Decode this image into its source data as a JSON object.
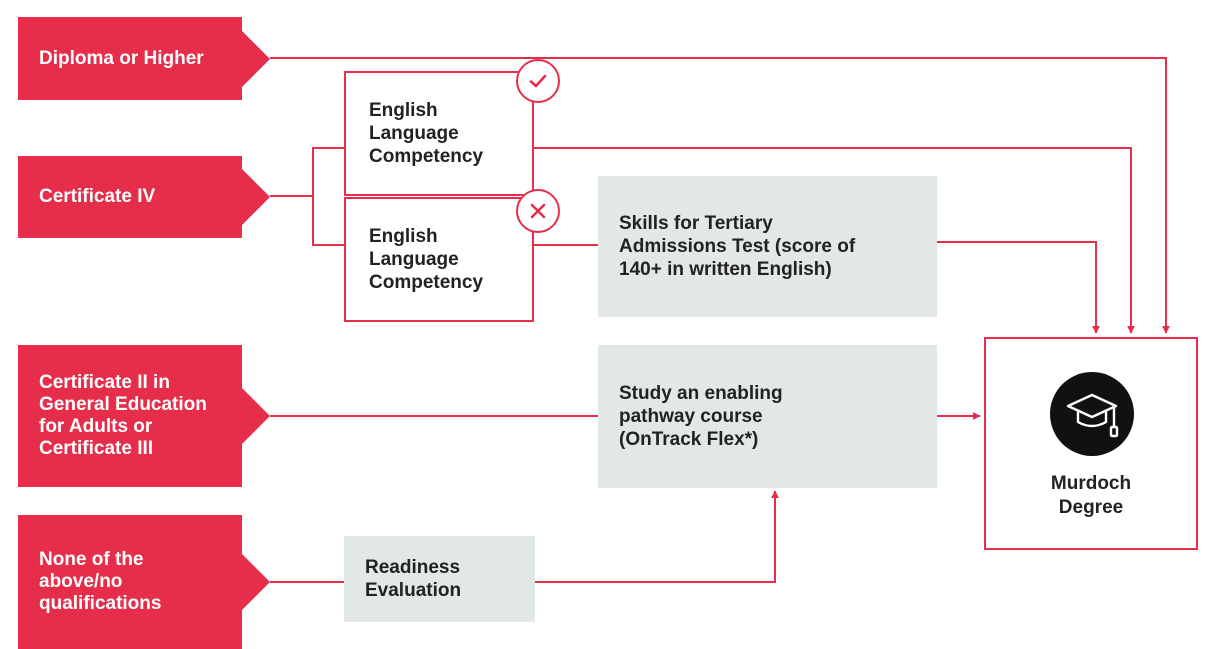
{
  "qualifications": {
    "diploma": "Diploma or Higher",
    "cert4": "Certificate IV",
    "cert2": "Certificate II in\nGeneral Education\nfor Adults or\nCertificate III",
    "none": "None of the\nabove/no\nqualifications"
  },
  "elc_met": {
    "label": "English\nLanguage\nCompetency",
    "badge_icon": "check-icon"
  },
  "elc_not_met": {
    "label": "English\nLanguage\nCompetency",
    "badge_icon": "cross-icon"
  },
  "stat": "Skills for Tertiary\nAdmissions Test (score of\n140+ in written English)",
  "enabling": "Study an enabling\npathway course\n(OnTrack Flex*)",
  "readiness": "Readiness\nEvaluation",
  "destination": {
    "label": "Murdoch\nDegree",
    "icon": "graduation-cap-icon"
  },
  "colors": {
    "accent": "#e62e4a",
    "grey_box": "#e2e8e5",
    "icon_bg": "#111111"
  }
}
